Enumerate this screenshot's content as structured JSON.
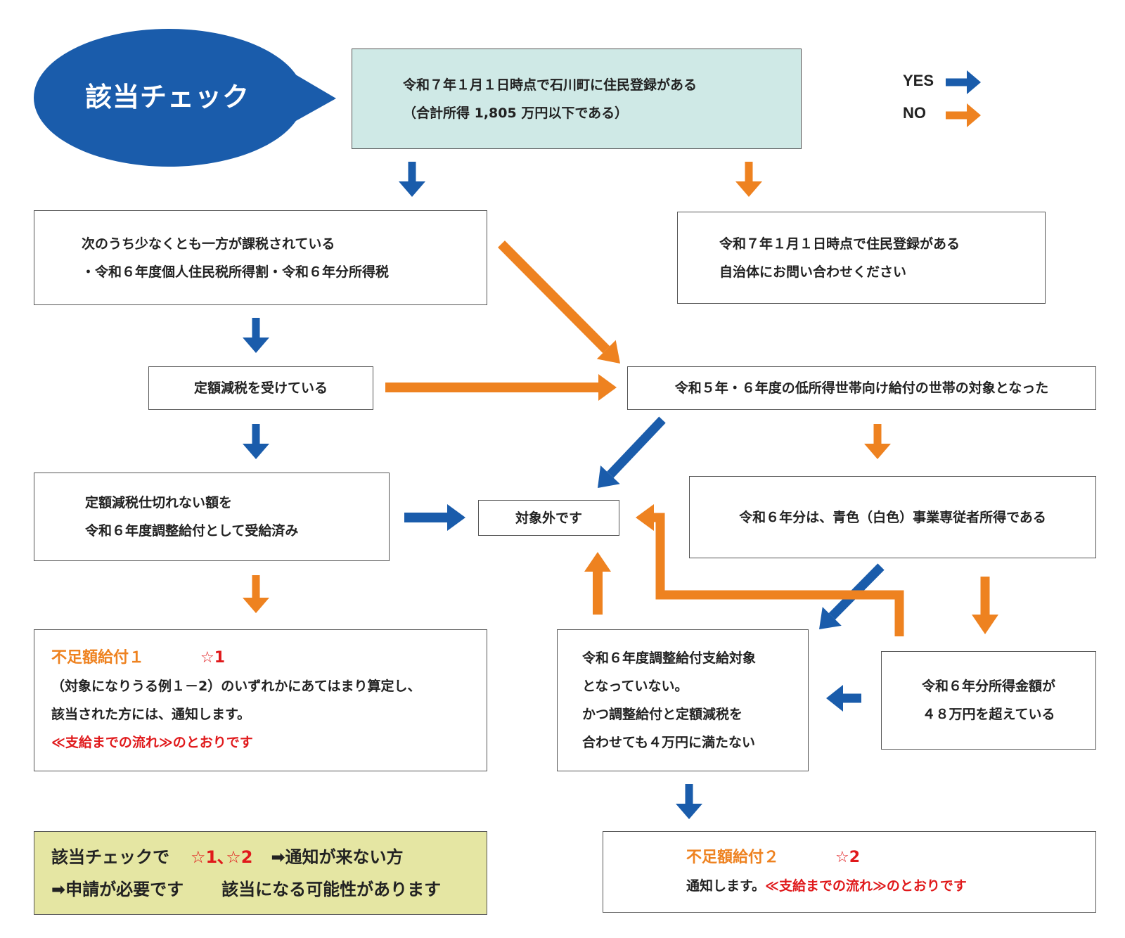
{
  "title_bubble": {
    "text": "該当チェック",
    "color": "#1a5cab"
  },
  "legend": {
    "yes_label": "YES",
    "no_label": "NO",
    "yes_color": "#1a5cab",
    "no_color": "#ee8220"
  },
  "nodes": {
    "start": {
      "line1": "令和７年１月１日時点で石川町に住民登録がある",
      "line2": "（合計所得 1,805 万円以下である）",
      "fill": "#cfe9e6"
    },
    "taxed": {
      "line1": "次のうち少なくとも一方が課税されている",
      "line2": "・令和６年度個人住民税所得割・令和６年分所得税"
    },
    "other_municipality": {
      "line1": "令和７年１月１日時点で住民登録がある",
      "line2": "自治体にお問い合わせください"
    },
    "fixed_reduction": {
      "text": "定額減税を受けている"
    },
    "low_income": {
      "text": "令和５年・６年度の低所得世帯向け給付の世帯の対象となった"
    },
    "received_adjustment": {
      "line1": "定額減税仕切れない額を",
      "line2": "令和６年度調整給付として受給済み"
    },
    "not_eligible": {
      "text": "対象外です"
    },
    "blue_white_tax": {
      "text": "令和６年分は、青色（白色）事業専従者所得である"
    },
    "income_over": {
      "line1": "令和６年分所得金額が",
      "line2": "４８万円を超えている"
    },
    "not_adjustment_target": {
      "line1": "令和６年度調整給付支給対象",
      "line2": "となっていない。",
      "line3": "かつ調整給付と定額減税を",
      "line4": "合わせても４万円に満たない"
    },
    "shortfall1": {
      "title": "不足額給付１",
      "star": "☆1",
      "line1": "（対象になりうる例１－2）のいずれかにあてはまり算定し、",
      "line2": "該当された方には、通知します。",
      "line3": "≪支給までの流れ≫のとおりです"
    },
    "shortfall2": {
      "title": "不足額給付２",
      "star": "☆2",
      "line1": "通知します。",
      "line1_red": "≪支給までの流れ≫のとおりです"
    },
    "note": {
      "part1": "該当チェックで",
      "stars": "☆1､☆2",
      "part2": "➡通知が来ない方",
      "line2a": "➡申請が必要です",
      "line2b": "該当になる可能性があります",
      "fill": "#e5e6a3"
    }
  }
}
